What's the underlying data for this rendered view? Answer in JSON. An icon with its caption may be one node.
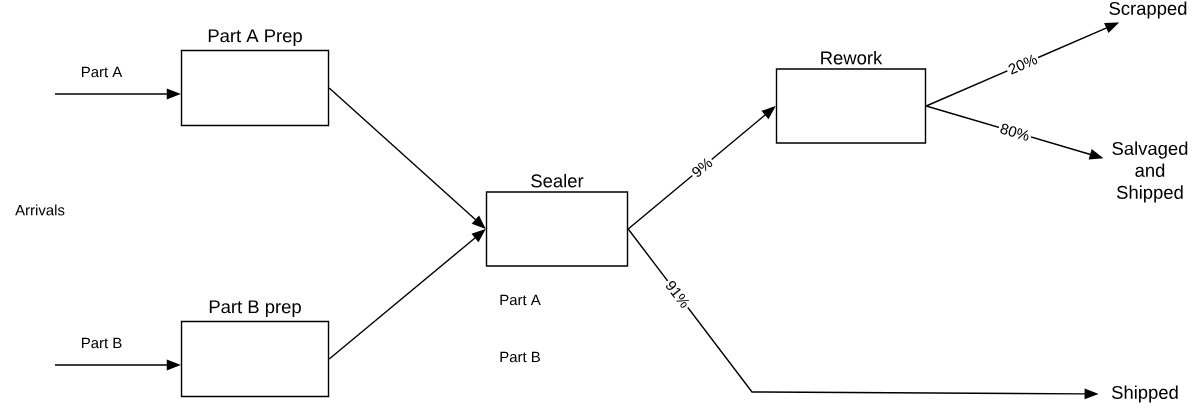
{
  "diagram": {
    "nodes": [
      {
        "text": [
          "Part A Prep"
        ]
      },
      {
        "text": [
          "Part B prep"
        ]
      },
      {
        "text": [
          "Sealer"
        ]
      },
      {
        "text": [
          "Rework"
        ]
      },
      {
        "text": [
          "Scrapped"
        ]
      },
      {
        "text": [
          "Salvaged and Shipped"
        ]
      },
      {
        "text": [
          "Shipped"
        ]
      }
    ],
    "edges": [
      {
        "from": null,
        "to": 0,
        "arrow": "to",
        "label": "Part A"
      },
      {
        "from": null,
        "to": 1,
        "arrow": "to",
        "label": "Part B"
      },
      {
        "from": 0,
        "to": 2,
        "arrow": "to"
      },
      {
        "from": 1,
        "to": 2,
        "arrow": "to"
      },
      {
        "from": 2,
        "to": 3,
        "arrow": "to",
        "label": "9%"
      },
      {
        "from": 3,
        "to": 4,
        "arrow": "to",
        "label": "20%"
      },
      {
        "from": 3,
        "to": 5,
        "arrow": "to",
        "label": "80%"
      },
      {
        "from": 2,
        "to": 6,
        "arrow": "to",
        "label": "91%"
      }
    ],
    "labels": [
      "Arrivals",
      "Part A",
      "Part B"
    ]
  }
}
